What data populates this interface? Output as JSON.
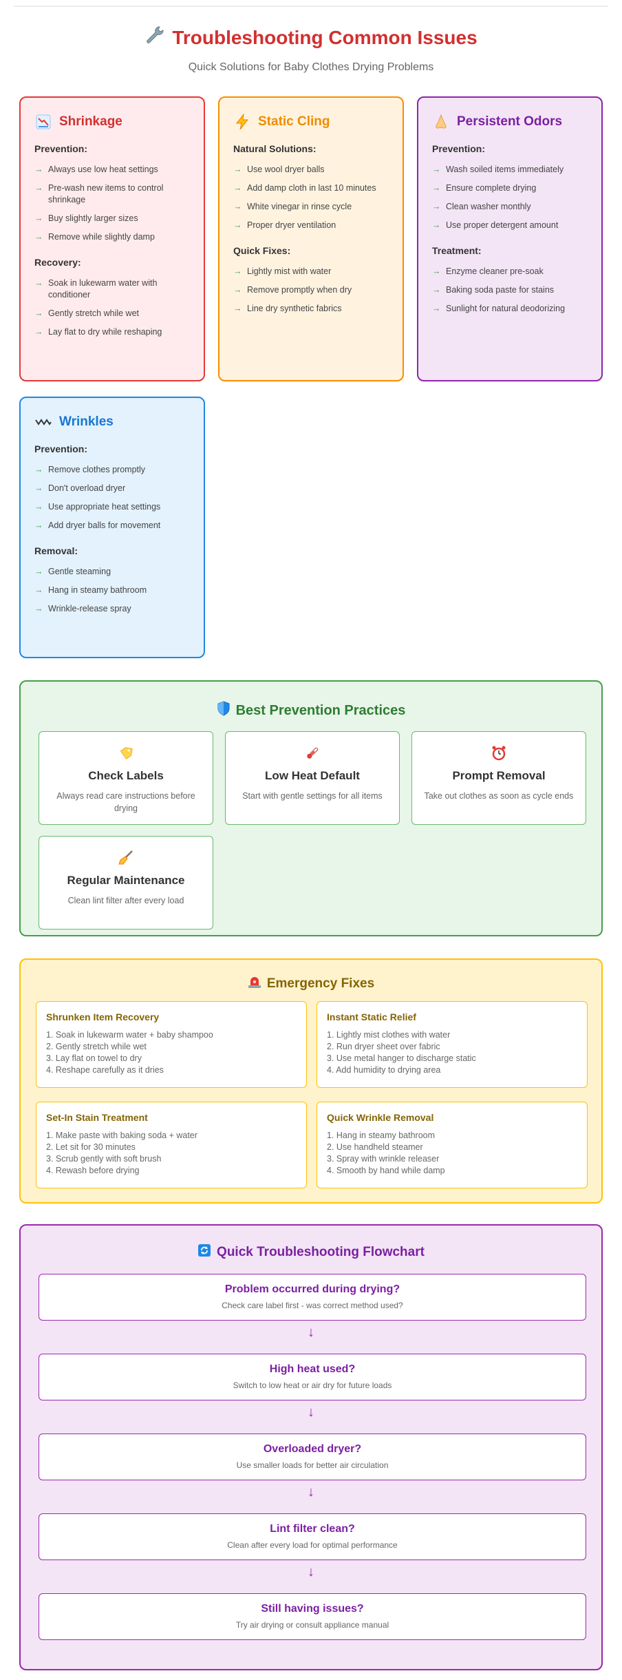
{
  "header": {
    "title": "Troubleshooting Common Issues",
    "subtitle": "Quick Solutions for Baby Clothes Drying Problems",
    "icon": "wrench-icon"
  },
  "issues": [
    {
      "title": "Shrinkage",
      "icon": "chart-decreasing-icon",
      "section1": "Prevention:",
      "items1": [
        "Always use low heat settings",
        "Pre-wash new items to control shrinkage",
        "Buy slightly larger sizes",
        "Remove while slightly damp"
      ],
      "section2": "Recovery:",
      "items2": [
        "Soak in lukewarm water with conditioner",
        "Gently stretch while wet",
        "Lay flat to dry while reshaping"
      ]
    },
    {
      "title": "Static Cling",
      "icon": "lightning-icon",
      "section1": "Natural Solutions:",
      "items1": [
        "Use wool dryer balls",
        "Add damp cloth in last 10 minutes",
        "White vinegar in rinse cycle",
        "Proper dryer ventilation"
      ],
      "section2": "Quick Fixes:",
      "items2": [
        "Lightly mist with water",
        "Remove promptly when dry",
        "Line dry synthetic fabrics"
      ]
    },
    {
      "title": "Persistent Odors",
      "icon": "nose-icon",
      "section1": "Prevention:",
      "items1": [
        "Wash soiled items immediately",
        "Ensure complete drying",
        "Clean washer monthly",
        "Use proper detergent amount"
      ],
      "section2": "Treatment:",
      "items2": [
        "Enzyme cleaner pre-soak",
        "Baking soda paste for stains",
        "Sunlight for natural deodorizing"
      ]
    },
    {
      "title": "Wrinkles",
      "icon": "wave-icon",
      "section1": "Prevention:",
      "items1": [
        "Remove clothes promptly",
        "Don't overload dryer",
        "Use appropriate heat settings",
        "Add dryer balls for movement"
      ],
      "section2": "Removal:",
      "items2": [
        "Gentle steaming",
        "Hang in steamy bathroom",
        "Wrinkle-release spray"
      ]
    }
  ],
  "arrow_glyph": "→",
  "practices": {
    "title": "Best Prevention Practices",
    "icon": "shield-icon",
    "items": [
      {
        "title": "Check Labels",
        "desc": "Always read care instructions before drying",
        "icon": "label-icon"
      },
      {
        "title": "Low Heat Default",
        "desc": "Start with gentle settings for all items",
        "icon": "thermometer-icon"
      },
      {
        "title": "Prompt Removal",
        "desc": "Take out clothes as soon as cycle ends",
        "icon": "alarm-clock-icon"
      },
      {
        "title": "Regular Maintenance",
        "desc": "Clean lint filter after every load",
        "icon": "broom-icon"
      }
    ]
  },
  "emergency": {
    "title": "Emergency Fixes",
    "icon": "siren-icon",
    "items": [
      {
        "title": "Shrunken Item Recovery",
        "steps": [
          "1. Soak in lukewarm water + baby shampoo",
          "2. Gently stretch while wet",
          "3. Lay flat on towel to dry",
          "4. Reshape carefully as it dries"
        ]
      },
      {
        "title": "Instant Static Relief",
        "steps": [
          "1. Lightly mist clothes with water",
          "2. Run dryer sheet over fabric",
          "3. Use metal hanger to discharge static",
          "4. Add humidity to drying area"
        ]
      },
      {
        "title": "Set-In Stain Treatment",
        "steps": [
          "1. Make paste with baking soda + water",
          "2. Let sit for 30 minutes",
          "3. Scrub gently with soft brush",
          "4. Rewash before drying"
        ]
      },
      {
        "title": "Quick Wrinkle Removal",
        "steps": [
          "1. Hang in steamy bathroom",
          "2. Use handheld steamer",
          "3. Spray with wrinkle releaser",
          "4. Smooth by hand while damp"
        ]
      }
    ]
  },
  "flowchart": {
    "title": "Quick Troubleshooting Flowchart",
    "icon": "cycle-icon",
    "arrow": "↓",
    "steps": [
      {
        "q": "Problem occurred during drying?",
        "a": "Check care label first - was correct method used?"
      },
      {
        "q": "High heat used?",
        "a": "Switch to low heat or air dry for future loads"
      },
      {
        "q": "Overloaded dryer?",
        "a": "Use smaller loads for better air circulation"
      },
      {
        "q": "Lint filter clean?",
        "a": "Clean after every load for optimal performance"
      },
      {
        "q": "Still having issues?",
        "a": "Try air drying or consult appliance manual"
      }
    ]
  },
  "colors": {
    "title_red": "#d32f2f",
    "green_accent": "#43a047",
    "purple_accent": "#7b1fa2",
    "amber_accent": "#856404"
  }
}
